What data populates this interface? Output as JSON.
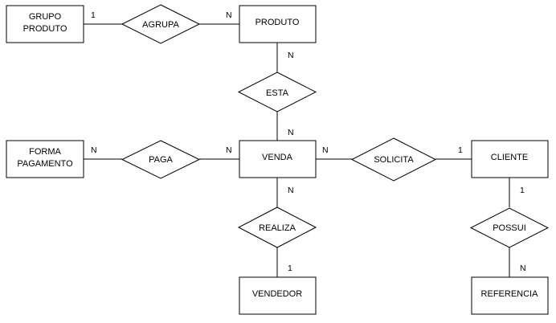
{
  "entities": {
    "grupo_produto": [
      "GRUPO",
      "PRODUTO"
    ],
    "produto": [
      "PRODUTO"
    ],
    "forma_pagamento": [
      "FORMA",
      "PAGAMENTO"
    ],
    "venda": [
      "VENDA"
    ],
    "cliente": [
      "CLIENTE"
    ],
    "vendedor": [
      "VENDEDOR"
    ],
    "referencia": [
      "REFERENCIA"
    ]
  },
  "relationships": {
    "agrupa": "AGRUPA",
    "esta": "ESTA",
    "paga": "PAGA",
    "solicita": "SOLICITA",
    "realiza": "REALIZA",
    "possui": "POSSUI"
  },
  "cardinalities": {
    "grupo_produto_agrupa": "1",
    "agrupa_produto": "N",
    "produto_esta": "N",
    "esta_venda": "N",
    "forma_pagamento_paga": "N",
    "paga_venda": "N",
    "venda_solicita": "N",
    "solicita_cliente": "1",
    "venda_realiza": "N",
    "realiza_vendedor": "1",
    "cliente_possui": "1",
    "possui_referencia": "N"
  },
  "colors": {
    "stroke": "#000000",
    "fill": "#ffffff",
    "text": "#000000"
  }
}
